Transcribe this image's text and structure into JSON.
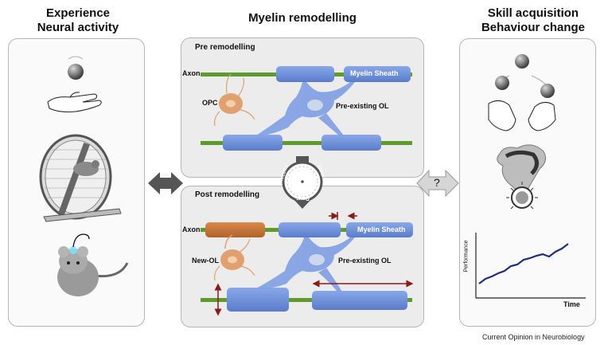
{
  "columns": {
    "left": {
      "title_line1": "Experience",
      "title_line2": "Neural activity"
    },
    "middle": {
      "title": "Myelin remodelling"
    },
    "right": {
      "title_line1": "Skill acquisition",
      "title_line2": "Behaviour change"
    }
  },
  "pre": {
    "title": "Pre remodelling",
    "axon": "Axon",
    "sheath": "Myelin Sheath",
    "opc": "OPC",
    "ol": "Pre-existing OL"
  },
  "post": {
    "title": "Post remodelling",
    "axon": "Axon",
    "sheath": "Myelin Sheath",
    "new_ol": "New-OL",
    "ol": "Pre-existing OL"
  },
  "timer": {
    "weeks": "Weeks",
    "hours": "Hours",
    "days": "Days"
  },
  "question": "?",
  "graph": {
    "ylabel": "Performance",
    "xlabel": "Time"
  },
  "credit": "Current Opinion in Neurobiology",
  "colors": {
    "myelin": "#6f8fd9",
    "axon": "#5f9a2c",
    "opc": "#e0a070",
    "new_sheath": "#c9773a",
    "arrow": "#8b1a1a",
    "line": "#1f2f7a"
  }
}
